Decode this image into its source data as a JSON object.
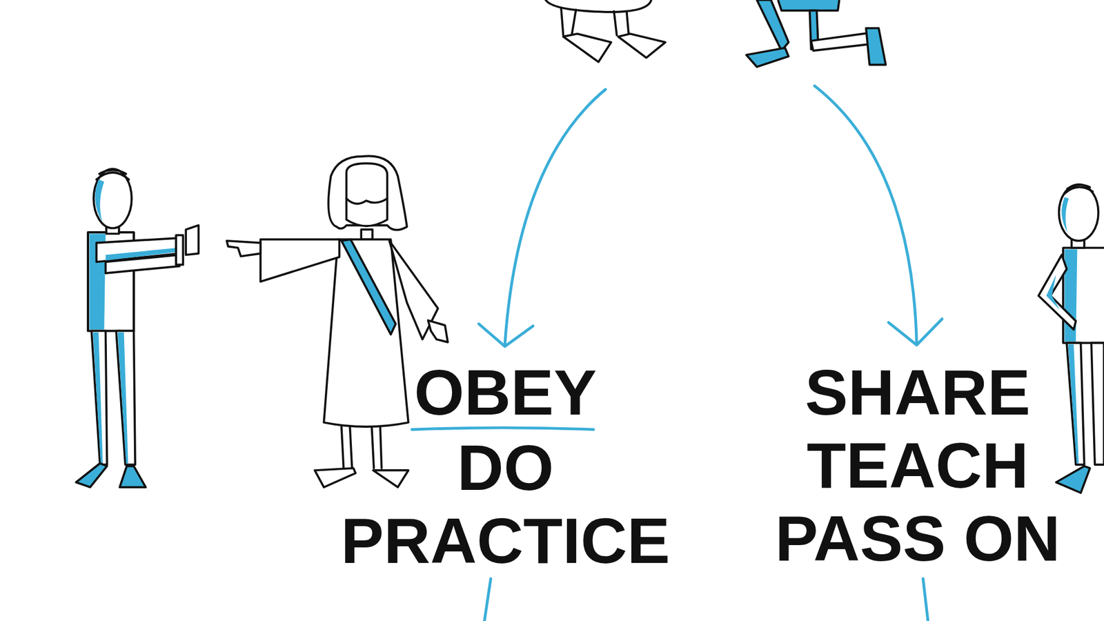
{
  "diagram": {
    "labels": [
      "OBEY",
      "DO",
      "PRACTICE",
      "SHARE",
      "TEACH",
      "PASS ON"
    ]
  }
}
